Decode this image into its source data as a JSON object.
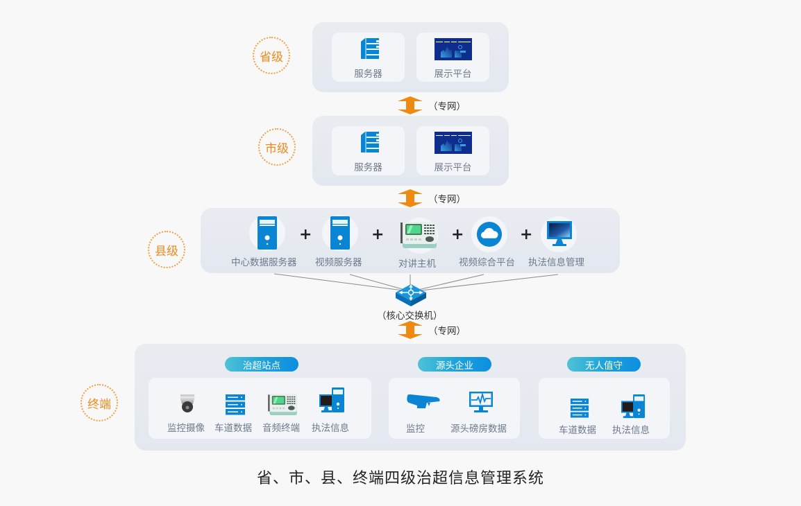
{
  "title": "省、市、县、终端四级治超信息管理系统",
  "colors": {
    "accent_orange": "#ec8a1c",
    "icon_blue": "#0a85d4",
    "screen_navy": "#0f2d8c",
    "panel_bg": "#e6eaf0",
    "card_bg": "#f3f5f8",
    "label_gray": "#6e7a8c"
  },
  "levels": {
    "province": {
      "badge": "省级",
      "items": [
        {
          "icon": "server-rack-icon",
          "label": "服务器"
        },
        {
          "icon": "display-platform-icon",
          "label": "展示平台"
        }
      ]
    },
    "city": {
      "badge": "市级",
      "items": [
        {
          "icon": "server-rack-icon",
          "label": "服务器"
        },
        {
          "icon": "display-platform-icon",
          "label": "展示平台"
        }
      ]
    },
    "county": {
      "badge": "县级",
      "items": [
        {
          "icon": "tower-server-icon",
          "label": "中心数据服务器"
        },
        {
          "icon": "tower-server-icon",
          "label": "视频服务器"
        },
        {
          "icon": "intercom-icon",
          "label": "对讲主机"
        },
        {
          "icon": "cloud-icon",
          "label": "视频综合平台"
        },
        {
          "icon": "monitor-icon",
          "label": "执法信息管理"
        }
      ],
      "connector": "+"
    },
    "terminal": {
      "badge": "终端",
      "groups": [
        {
          "tag": "治超站点",
          "items": [
            {
              "icon": "dome-camera-icon",
              "label": "监控摄像"
            },
            {
              "icon": "server-stack-icon",
              "label": "车道数据"
            },
            {
              "icon": "intercom-icon",
              "label": "音频终端"
            },
            {
              "icon": "desktop-computer-icon",
              "label": "执法信息"
            }
          ]
        },
        {
          "tag": "源头企业",
          "items": [
            {
              "icon": "bullet-camera-icon",
              "label": "监控"
            },
            {
              "icon": "heartbeat-monitor-icon",
              "label": "源头磅房数据"
            }
          ]
        },
        {
          "tag": "无人值守",
          "items": [
            {
              "icon": "server-stack-icon",
              "label": "车道数据"
            },
            {
              "icon": "desktop-computer-icon",
              "label": "执法信息"
            }
          ]
        }
      ]
    }
  },
  "links": {
    "private_network": "（专网）",
    "core_switch": "（核心交换机）"
  }
}
